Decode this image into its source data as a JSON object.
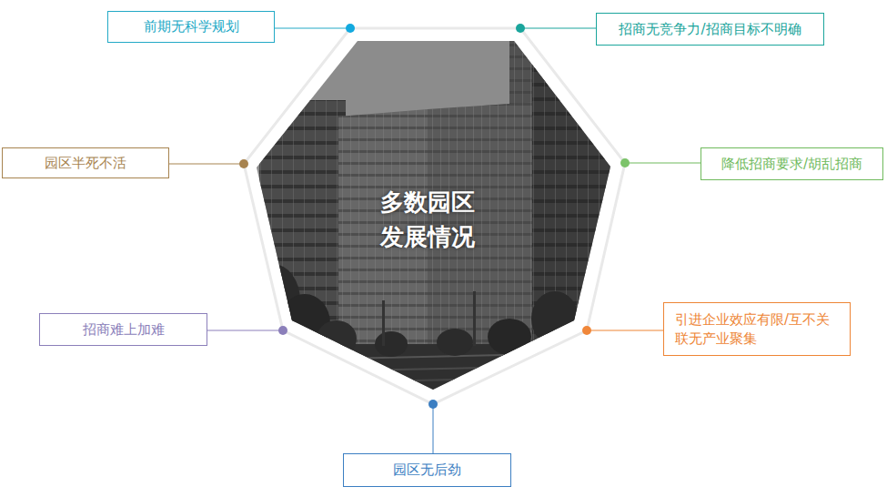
{
  "diagram": {
    "nodes": [
      {
        "text": [
          "多数园区 发展情况"
        ]
      },
      {
        "text": [
          "前期无科学规划"
        ]
      },
      {
        "text": [
          "招商无竞争力/招商目标不明确"
        ]
      },
      {
        "text": [
          "园区半死不活"
        ]
      },
      {
        "text": [
          "降低招商要求/胡乱招商"
        ]
      },
      {
        "text": [
          "招商难上加难"
        ]
      },
      {
        "text": [
          "引进企业效应有限/互不关联无产业聚集"
        ]
      },
      {
        "text": [
          "园区无后劲"
        ]
      }
    ],
    "edges": [
      {
        "from": 1,
        "to": 0,
        "arrow": "none"
      },
      {
        "from": 2,
        "to": 0,
        "arrow": "none"
      },
      {
        "from": 3,
        "to": 0,
        "arrow": "none"
      },
      {
        "from": 4,
        "to": 0,
        "arrow": "none"
      },
      {
        "from": 5,
        "to": 0,
        "arrow": "none"
      },
      {
        "from": 6,
        "to": 0,
        "arrow": "none"
      },
      {
        "from": 7,
        "to": 0,
        "arrow": "none"
      }
    ]
  }
}
